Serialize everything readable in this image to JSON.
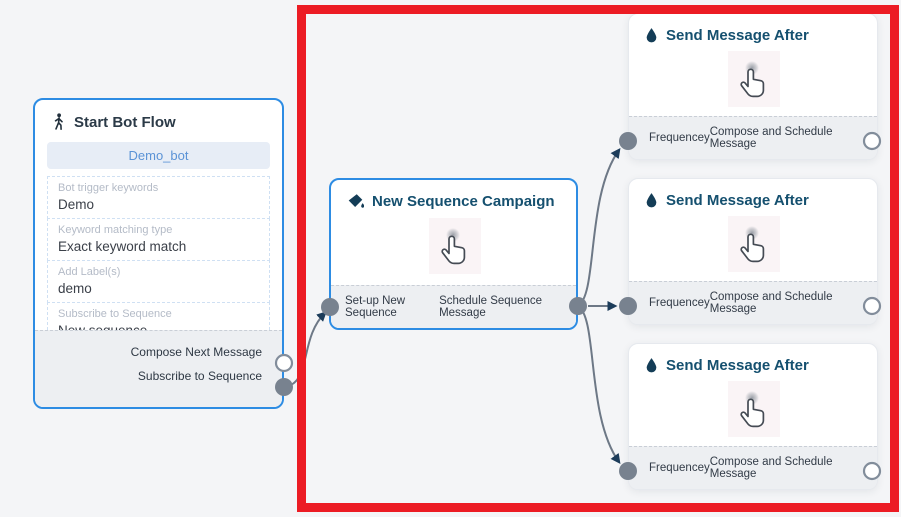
{
  "colors": {
    "canvas_bg": "#f4f5f7",
    "node_accent_border": "#2d8ce3",
    "highlight_red": "#ec1c24",
    "title_navy": "#15506f",
    "edge_gray": "#6d7886"
  },
  "nodes": {
    "start_bot_flow": {
      "title": "Start Bot Flow",
      "bot_button_label": "Demo_bot",
      "fields": [
        {
          "label": "Bot trigger keywords",
          "value": "Demo"
        },
        {
          "label": "Keyword matching type",
          "value": "Exact keyword match"
        },
        {
          "label": "Add Label(s)",
          "value": "demo"
        },
        {
          "label": "Subscribe to Sequence",
          "value": "New sequence"
        }
      ],
      "outputs": [
        {
          "label": "Compose Next Message"
        },
        {
          "label": "Subscribe to Sequence"
        }
      ]
    },
    "new_sequence_campaign": {
      "title": "New Sequence Campaign",
      "left_port": "Set-up New Sequence",
      "right_port": "Schedule Sequence Message"
    },
    "send_message_cards": [
      {
        "title": "Send Message After",
        "left_port": "Frequencey",
        "right_port": "Compose and Schedule Message"
      },
      {
        "title": "Send Message After",
        "left_port": "Frequencey",
        "right_port": "Compose and Schedule Message"
      },
      {
        "title": "Send Message After",
        "left_port": "Frequencey",
        "right_port": "Compose and Schedule Message"
      }
    ]
  }
}
